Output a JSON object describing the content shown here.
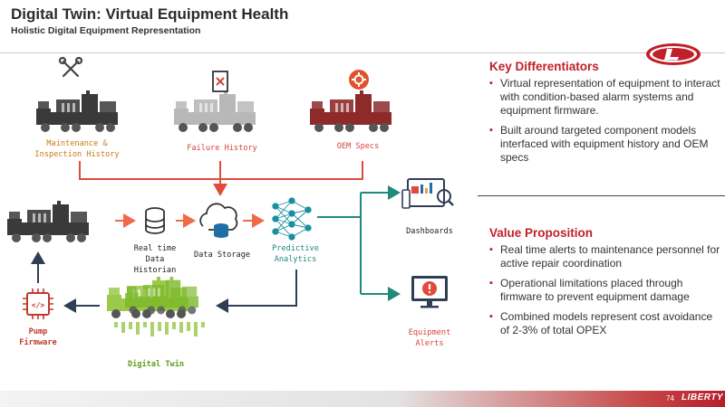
{
  "header": {
    "title": "Digital Twin: Virtual Equipment Health",
    "subtitle": "Holistic Digital Equipment Representation"
  },
  "diagram": {
    "maintenance_label": "Maintenance & Inspection History",
    "failure_label": "Failure History",
    "oem_label": "OEM Specs",
    "historian_label": "Real time Data Historian",
    "storage_label": "Data Storage",
    "analytics_label": "Predictive Analytics",
    "dashboards_label": "Dashboards",
    "alerts_label": "Equipment Alerts",
    "firmware_label": "Pump Firmware",
    "twin_label": "Digital Twin"
  },
  "key_differentiators": {
    "title": "Key Differentiators",
    "bullets": [
      "Virtual representation of equipment to interact with condition-based alarm systems and equipment firmware.",
      "Built around targeted component models interfaced with equipment history and OEM specs"
    ]
  },
  "value_proposition": {
    "title": "Value Proposition",
    "bullets": [
      "Real time alerts to maintenance personnel for active repair coordination",
      "Operational limitations placed through firmware to prevent equipment damage",
      "Combined models represent cost avoidance of 2-3% of total OPEX"
    ]
  },
  "footer": {
    "page_number": "74",
    "brand": "LIBERTY"
  },
  "colors": {
    "accent_red": "#c0202a",
    "orange": "#e8a040",
    "teal": "#1f8a7a",
    "navy": "#2f3e55",
    "green": "#7bb82a"
  }
}
